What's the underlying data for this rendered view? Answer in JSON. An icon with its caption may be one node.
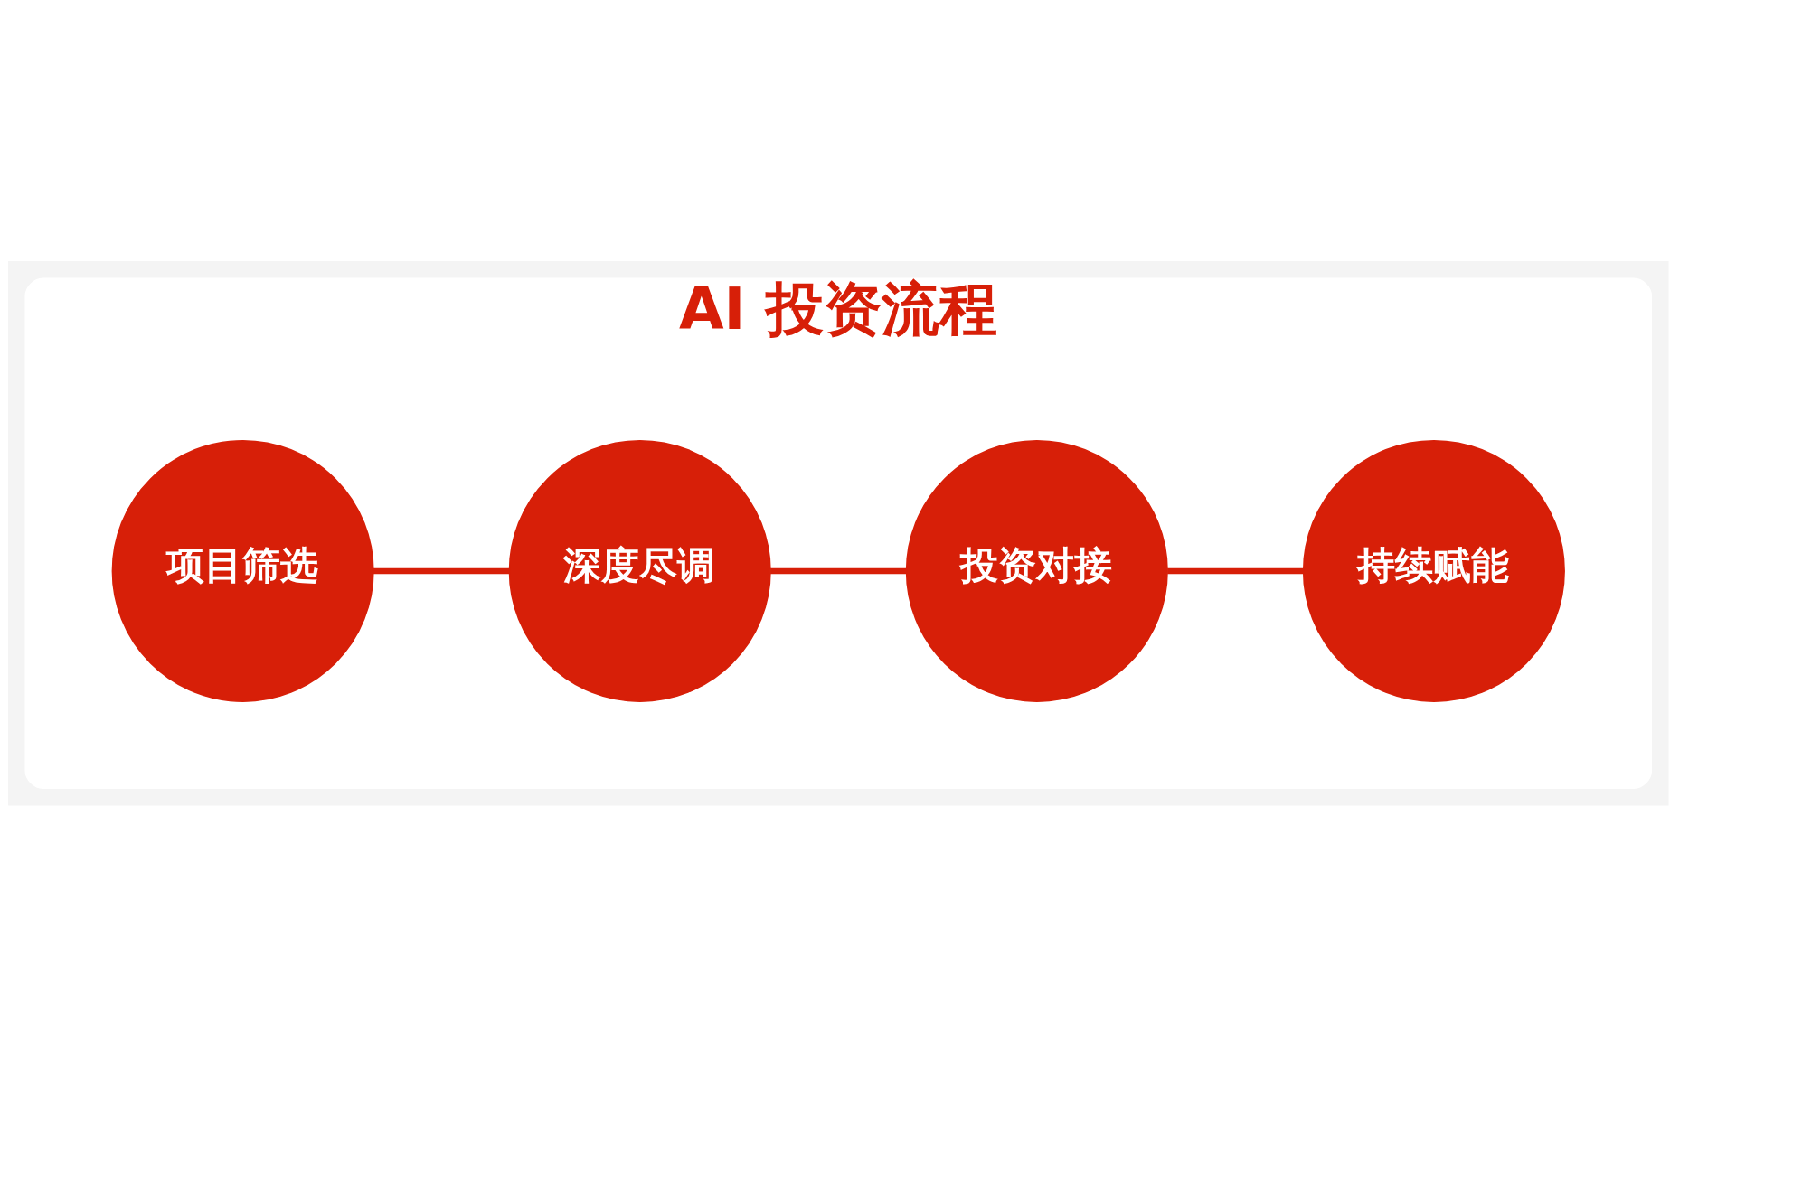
{
  "diagram": {
    "nodes": [
      {
        "text": [
          "AI 投资流程"
        ]
      },
      {
        "text": [
          "项目筛选"
        ],
        "in": 0
      },
      {
        "text": [
          "深度尽调"
        ],
        "in": 0
      },
      {
        "text": [
          "投资对接"
        ],
        "in": 0
      },
      {
        "text": [
          "持续赋能"
        ],
        "in": 0
      }
    ],
    "edges": [
      {
        "from": 1,
        "to": 2,
        "arrow": "none"
      },
      {
        "from": 2,
        "to": 3,
        "arrow": "none"
      },
      {
        "from": 3,
        "to": 4,
        "arrow": "none"
      }
    ]
  }
}
